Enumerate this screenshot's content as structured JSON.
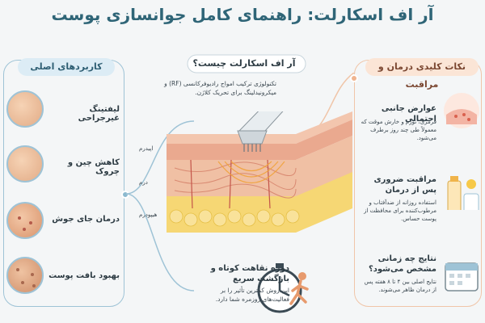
{
  "title": "آر اف اسکارلت: راهنمای کامل جوانسازی پوست",
  "left_panel": {
    "header": "کاربردهای اصلی",
    "items": [
      {
        "label": "لیفتینگ غیرجراحی"
      },
      {
        "label": "کاهش چین و چروک"
      },
      {
        "label": "درمان جای جوش"
      },
      {
        "label": "بهبود بافت پوست"
      }
    ]
  },
  "center": {
    "question": "آر اف اسکارلت چیست؟",
    "description": "تکنولوژی ترکیب امواج رادیوفرکانسی (RF) و میکرونیدلینگ برای تحریک کلاژن.",
    "layers": [
      "اپیدرم",
      "درم",
      "هیپودرم"
    ],
    "bottom_title": "دوره نقاهت کوتاه و بازگشت سریع",
    "bottom_text": "این روش کمترین تأثیر را بر فعالیت‌های روزمره شما دارد."
  },
  "right_panel": {
    "header": "نکات کلیدی درمان و مراقبت",
    "items": [
      {
        "title": "عوارض جانبی احتمالی",
        "text": "قرمزی، تورم و خارش موقت که معمولاً طی چند روز برطرف می‌شود."
      },
      {
        "title": "مراقبت ضروری پس از درمان",
        "text": "استفاده روزانه از ضدآفتاب و مرطوب‌کننده برای محافظت از پوست حساس."
      },
      {
        "title": "نتایج چه زمانی مشخص می‌شود؟",
        "text": "نتایج اصلی بین ۴ تا ۸ هفته پس از درمان ظاهر می‌شوند."
      }
    ]
  },
  "colors": {
    "title": "#2f6577",
    "left_accent": "#9ec3d6",
    "right_accent": "#f0c5a8",
    "skin_top": "#f0b9a0",
    "fat": "#f6d774"
  },
  "icons": [
    "face-icon",
    "rf-handpiece-icon",
    "stopwatch-icon",
    "runner-icon",
    "irritated-skin-icon",
    "sunscreen-icon",
    "calendar-icon"
  ]
}
